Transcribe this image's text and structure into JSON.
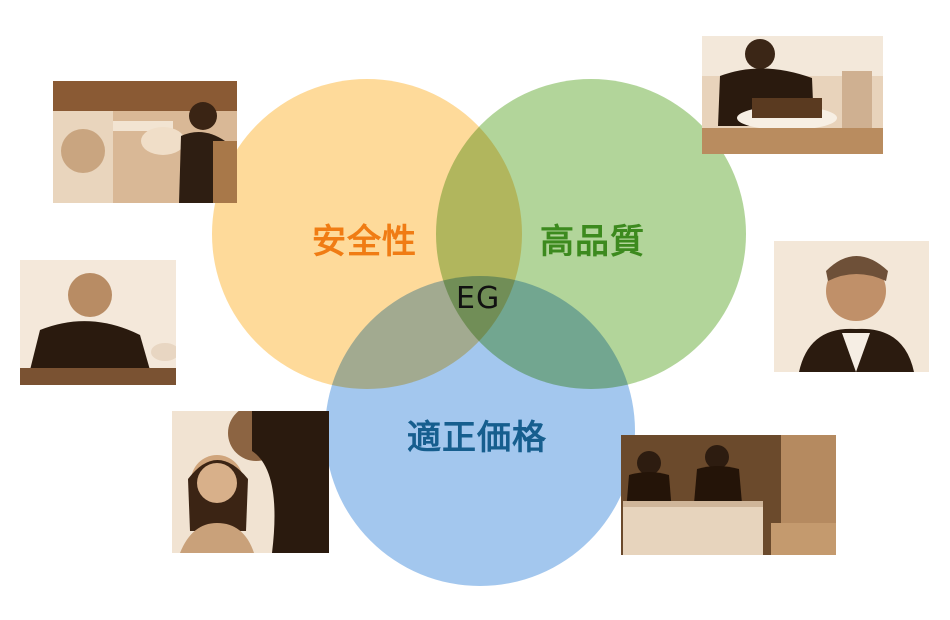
{
  "diagram": {
    "center_label": "EG",
    "circles": [
      {
        "label": "安全性",
        "fill": "#fdc45c",
        "text_color": "#f07c14"
      },
      {
        "label": "高品質",
        "fill": "#82bb5c",
        "text_color": "#3c8a1e"
      },
      {
        "label": "適正価格",
        "fill": "#6aa4e3",
        "text_color": "#165e8e"
      }
    ]
  },
  "photos": [
    {
      "subject": "technician-assembling-equipment"
    },
    {
      "subject": "engineer-soldering-circuit"
    },
    {
      "subject": "man-inspecting-part"
    },
    {
      "subject": "smiling-senior-man"
    },
    {
      "subject": "woman-and-man-discussion"
    },
    {
      "subject": "workers-packing-boxes"
    }
  ],
  "colors": {
    "photo_tone": "#b07a45",
    "background": "#ffffff"
  }
}
